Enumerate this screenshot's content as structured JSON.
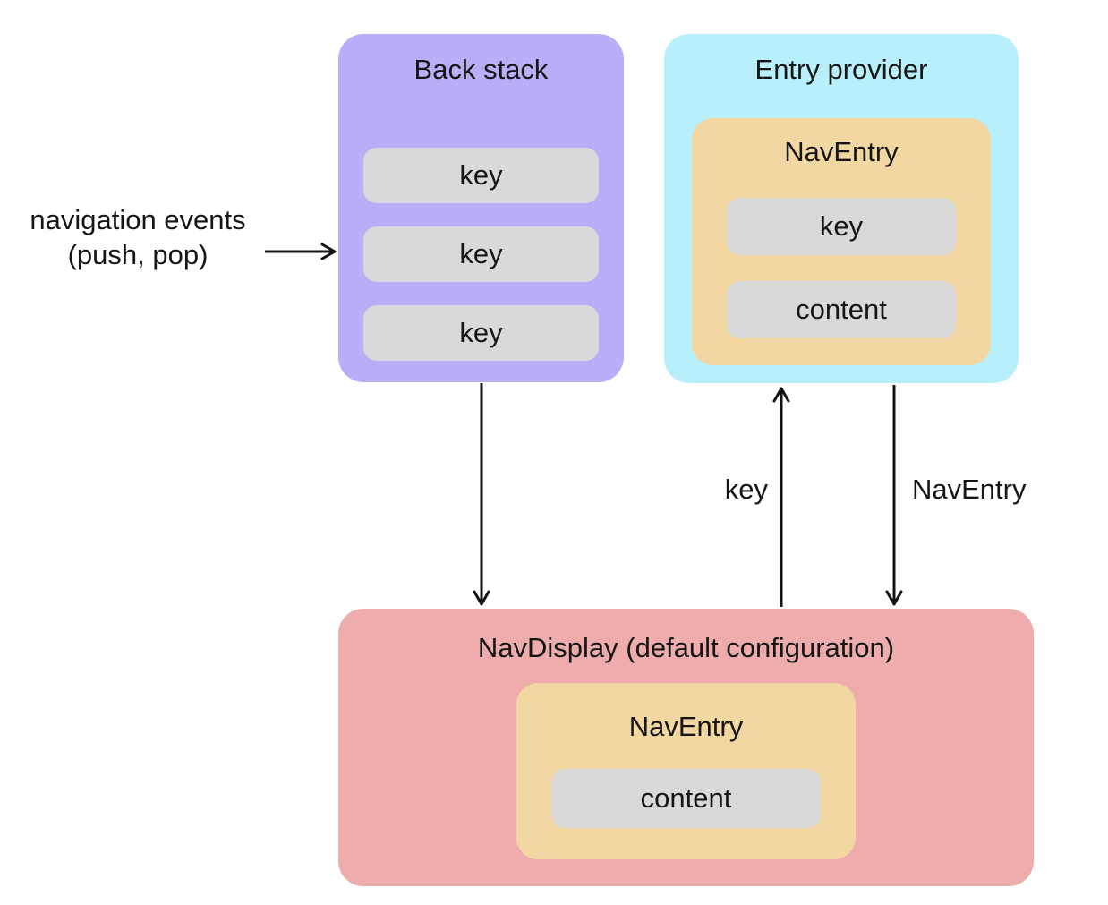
{
  "back_stack": {
    "title": "Back stack",
    "keys": [
      "key",
      "key",
      "key"
    ]
  },
  "entry_provider": {
    "title": "Entry provider",
    "nav_entry": {
      "title": "NavEntry",
      "key_label": "key",
      "content_label": "content"
    }
  },
  "nav_display": {
    "title": "NavDisplay (default configuration)",
    "nav_entry": {
      "title": "NavEntry",
      "content_label": "content"
    }
  },
  "labels": {
    "navigation_events_line1": "navigation events",
    "navigation_events_line2": "(push, pop)",
    "key_arrow": "key",
    "nav_entry_arrow": "NavEntry"
  },
  "colors": {
    "back_stack_bg": "#bbaef8",
    "entry_provider_bg": "#b7f0fb",
    "nav_entry_bg": "#f2d7a2",
    "pill_bg": "#d9d9d9",
    "nav_display_bg": "#eeadac",
    "arrow": "#141414"
  }
}
